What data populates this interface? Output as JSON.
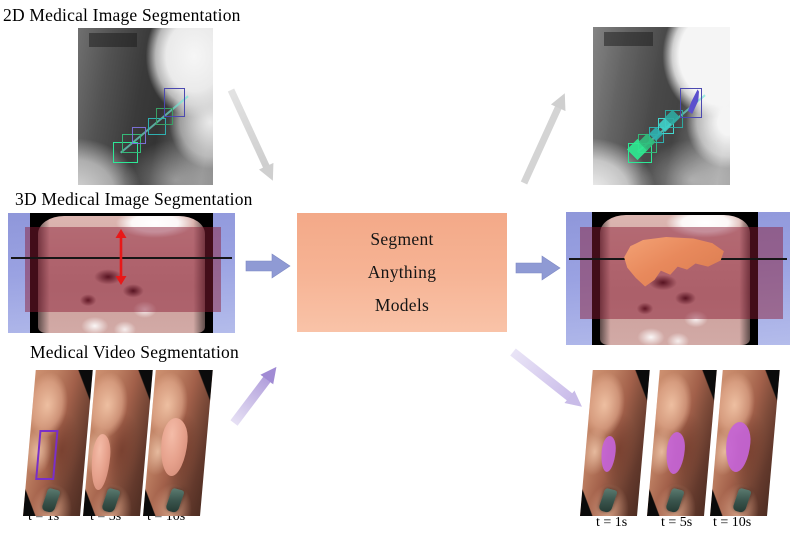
{
  "sections": [
    {
      "title": "2D Medical Image Segmentation"
    },
    {
      "title": "3D Medical Image Segmentation"
    },
    {
      "title": "Medical Video Segmentation"
    }
  ],
  "sam_box": {
    "lines": [
      "Segment",
      "Anything",
      "Models"
    ],
    "bg_top": "#f3a988",
    "bg_bottom": "#f9c3a8"
  },
  "timestamps": [
    "t = 1s",
    "t = 5s",
    "t = 10s"
  ],
  "colors": {
    "bbox_spring_green": "#2de896",
    "bbox_green": "#35b878",
    "bbox_teal": "#2fb0b0",
    "bbox_cyan": "#45d8d0",
    "bbox_navy": "#4c49b0",
    "bbox_small_purple": "#7a6fd4",
    "mask_sail_purple": "#5b50cd",
    "video_prompt_purple": "#7a2fc8",
    "video_mask_orchid": "#c564d6",
    "ct_background_lavender": "#98a0e0",
    "ct_slab_overlay": "rgba(138,28,52,0.48)",
    "liver_orange": "#e8895c",
    "depth_arrow_red": "#e81818",
    "arrow_gray": "#d0d0d0",
    "arrow_blue": "#8f9ad4",
    "arrow_purple": "#a18bd4"
  }
}
